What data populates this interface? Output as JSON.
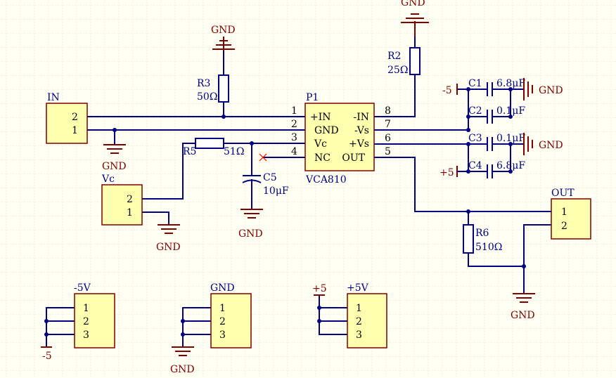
{
  "gnd": "GND",
  "chip": {
    "designator": "P1",
    "part": "VCA810",
    "pins": [
      {
        "num": "1",
        "label": "+IN"
      },
      {
        "num": "2",
        "label": "GND"
      },
      {
        "num": "3",
        "label": "Vc"
      },
      {
        "num": "4",
        "label": "NC"
      },
      {
        "num": "5",
        "label": "OUT"
      },
      {
        "num": "6",
        "label": "+Vs"
      },
      {
        "num": "7",
        "label": "-Vs"
      },
      {
        "num": "8",
        "label": "-IN"
      }
    ]
  },
  "resistors": {
    "r2": {
      "name": "R2",
      "value": "25Ω"
    },
    "r3": {
      "name": "R3",
      "value": "50Ω"
    },
    "r5": {
      "name": "R5",
      "value": "51Ω"
    },
    "r6": {
      "name": "R6",
      "value": "510Ω"
    }
  },
  "capacitors": {
    "c1": {
      "name": "C1",
      "value": "6.8μF"
    },
    "c2": {
      "name": "C2",
      "value": "0.1μF"
    },
    "c3": {
      "name": "C3",
      "value": "0.1μF"
    },
    "c4": {
      "name": "C4",
      "value": "6.8μF"
    },
    "c5": {
      "name": "C5",
      "value": "10μF"
    }
  },
  "power": {
    "neg5": "-5",
    "pos5": "+5"
  },
  "connectors": {
    "in": {
      "name": "IN",
      "pins": [
        "2",
        "1"
      ]
    },
    "vc": {
      "name": "Vc",
      "pins": [
        "2",
        "1"
      ]
    },
    "out": {
      "name": "OUT",
      "pins": [
        "1",
        "2"
      ]
    },
    "neg5v": {
      "name": "-5V",
      "pins": [
        "1",
        "2",
        "3"
      ]
    },
    "gndc": {
      "name": "GND",
      "pins": [
        "1",
        "2",
        "3"
      ]
    },
    "pos5v": {
      "name": "+5V",
      "pins": [
        "1",
        "2",
        "3"
      ]
    }
  }
}
